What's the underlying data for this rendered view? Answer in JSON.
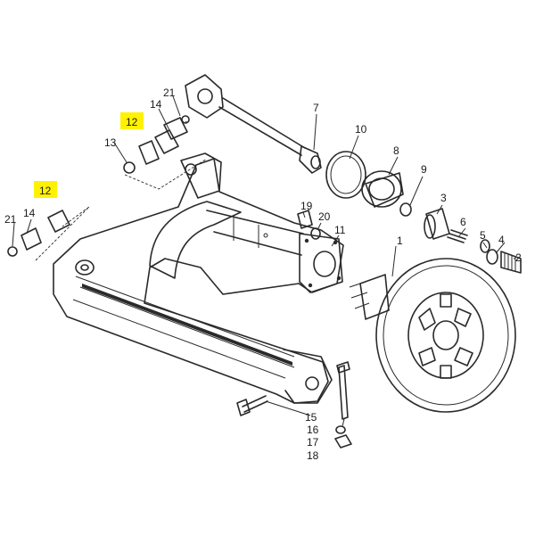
{
  "labels": {
    "p12_upper": "12",
    "p12_lower": "12",
    "p14_upper": "14",
    "p21_upper": "21",
    "p13": "13",
    "p14_lower": "14",
    "p21_lower": "21",
    "p7": "7",
    "p10": "10",
    "p8": "8",
    "p9": "9",
    "p3": "3",
    "p6": "6",
    "p5": "5",
    "p4": "4",
    "p2": "2",
    "p1": "1",
    "p19": "19",
    "p20": "20",
    "p11": "11",
    "p15": "15",
    "p16": "16",
    "p17": "17",
    "p18": "18"
  },
  "highlight": {
    "color": "#fff200",
    "part_number": "12"
  },
  "line_color": "#2a2a2a"
}
